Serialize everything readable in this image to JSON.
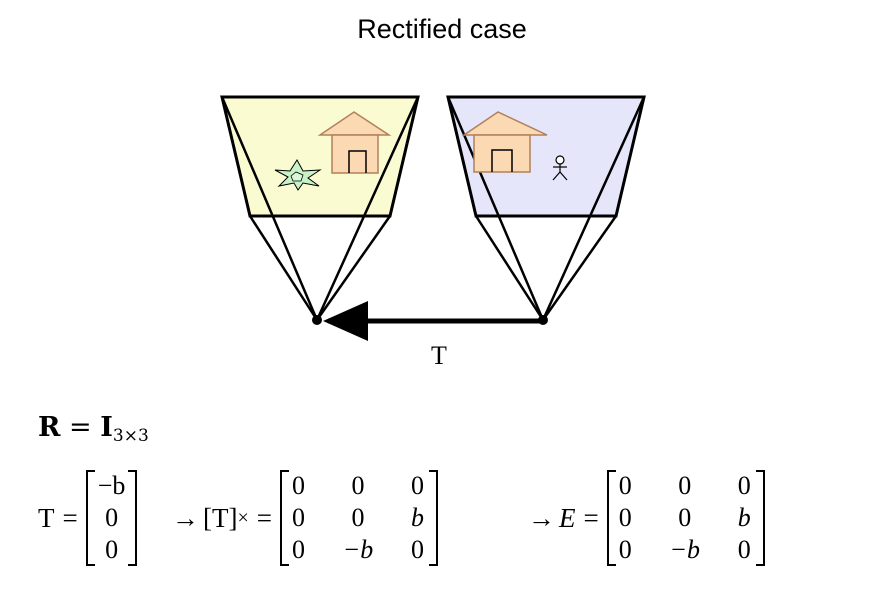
{
  "title": "Rectified case",
  "translation_label": "T",
  "colors": {
    "left_image_fill": "#fbfbd2",
    "right_image_fill": "#e6e6fb",
    "house_fill": "#fbd9b3",
    "house_stroke": "#b2805a",
    "plant_fill": "#c8f2c8",
    "arrow": "#000000"
  },
  "equations": {
    "rotation": {
      "lhs": "R",
      "equals": "=",
      "rhs": "I",
      "subscript": "3×3"
    },
    "translation": {
      "lhs": "T",
      "equals": "=",
      "vector": [
        "−b",
        "0",
        "0"
      ]
    },
    "cross": {
      "arrow": "→",
      "lhs": "[T]",
      "subscript": "×",
      "equals": "=",
      "matrix": [
        [
          "0",
          "0",
          "0"
        ],
        [
          "0",
          "0",
          "b"
        ],
        [
          "0",
          "−b",
          "0"
        ]
      ]
    },
    "essential": {
      "arrow": "→",
      "lhs": "E",
      "equals": "=",
      "matrix": [
        [
          "0",
          "0",
          "0"
        ],
        [
          "0",
          "0",
          "b"
        ],
        [
          "0",
          "−b",
          "0"
        ]
      ]
    }
  }
}
